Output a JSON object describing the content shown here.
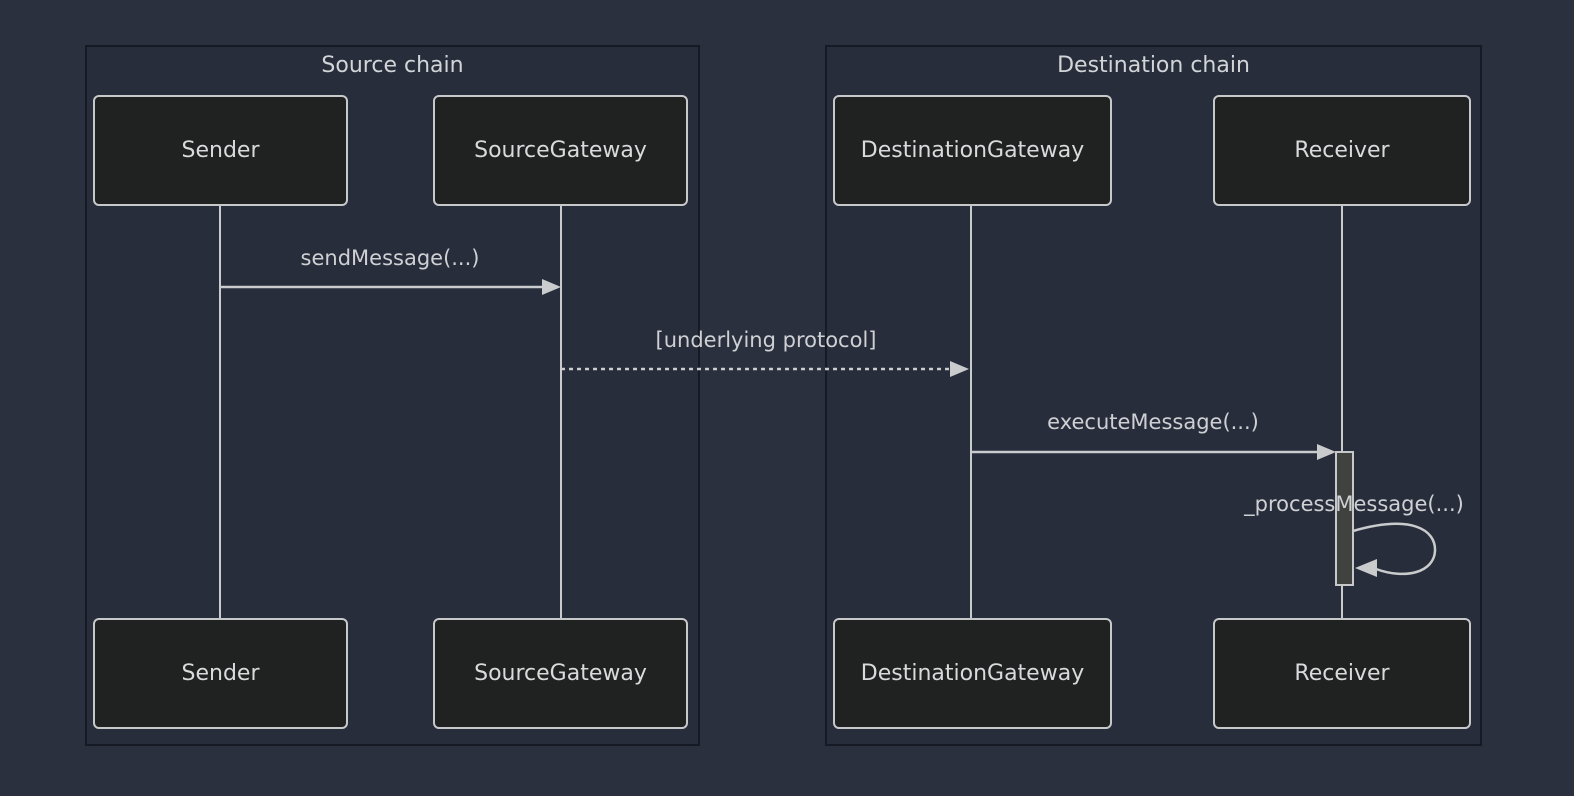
{
  "diagram": {
    "type": "sequence",
    "chains": [
      {
        "title": "Source chain",
        "actors": [
          "Sender",
          "SourceGateway"
        ]
      },
      {
        "title": "Destination chain",
        "actors": [
          "DestinationGateway",
          "Receiver"
        ]
      }
    ],
    "actors": [
      "Sender",
      "SourceGateway",
      "DestinationGateway",
      "Receiver"
    ],
    "messages": [
      {
        "label": "sendMessage(...)",
        "from": "Sender",
        "to": "SourceGateway",
        "line": "solid"
      },
      {
        "label": "[underlying protocol]",
        "from": "SourceGateway",
        "to": "DestinationGateway",
        "line": "dashed"
      },
      {
        "label": "executeMessage(...)",
        "from": "DestinationGateway",
        "to": "Receiver",
        "line": "solid"
      },
      {
        "label": "_processMessage(...)",
        "from": "Receiver",
        "to": "Receiver",
        "line": "self-loop"
      }
    ]
  },
  "colors": {
    "background": "#2b303f",
    "actor_fill": "#1f2220",
    "actor_border": "#c6c8ca",
    "chain_border": "#161a24",
    "signal_line": "#c9cbcd",
    "text": "#ced0d3",
    "activation_fill": "#3f423f"
  }
}
